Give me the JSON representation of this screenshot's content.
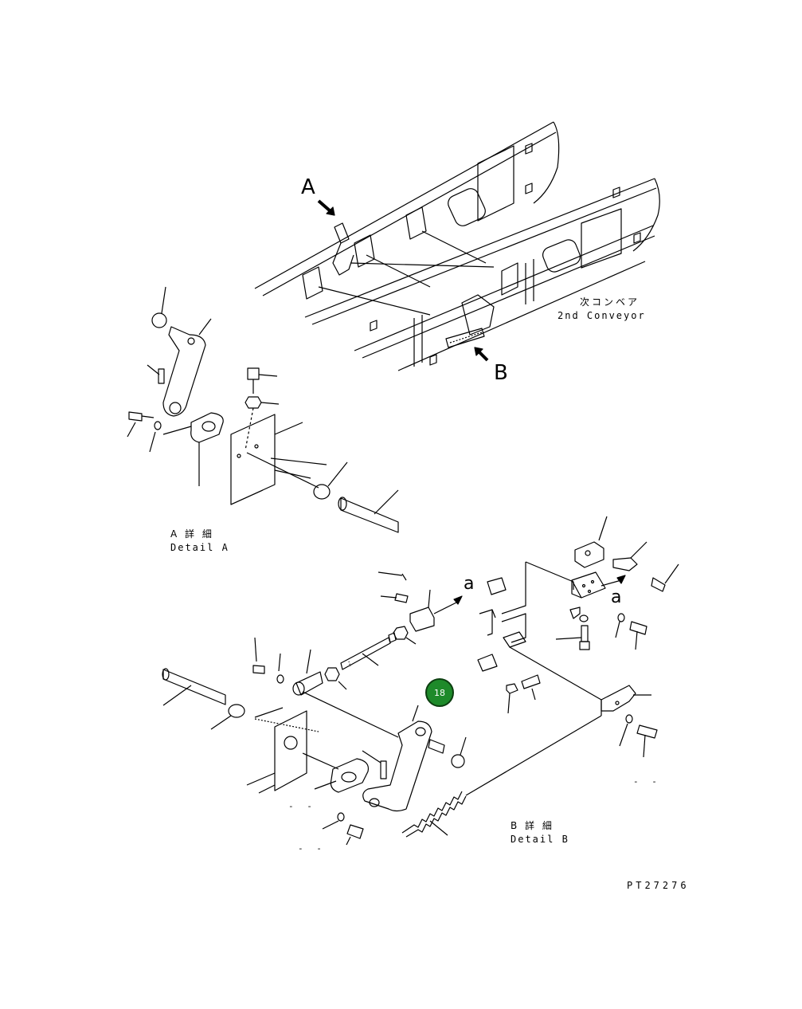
{
  "view_labels": {
    "a_upper": "A",
    "b_upper": "B",
    "a_lower_1": "a",
    "a_lower_2": "a"
  },
  "conveyor": {
    "jp": "次コンベア",
    "en": "2nd Conveyor"
  },
  "detail_a": {
    "jp": "A 詳 細",
    "en": "Detail A"
  },
  "detail_b": {
    "jp": "B 詳 細",
    "en": "Detail B"
  },
  "placeholders": {
    "b_right": "- -",
    "b_left_1": "- -",
    "b_left_2": "- -"
  },
  "callout": {
    "number": "18",
    "color": "#1e8a2a"
  },
  "drawing_number": "PT27276"
}
